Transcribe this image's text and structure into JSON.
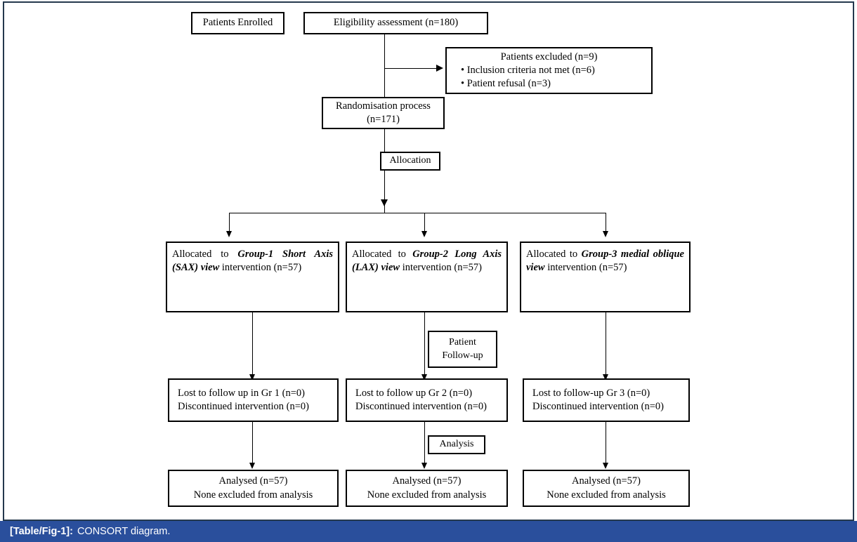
{
  "figure": {
    "title": "CONSORT diagram",
    "frame_color": "#24384d",
    "caption_bg": "#2a4f9c",
    "caption_tag": "[Table/Fig-1]:",
    "caption_text": "CONSORT diagram."
  },
  "nodes": {
    "patients_enrolled": {
      "label": "Patients Enrolled"
    },
    "eligibility": {
      "label": "Eligibility assessment (n=180)"
    },
    "excluded": {
      "title": "Patients excluded (n=9)",
      "items": [
        "• Inclusion criteria not met (n=6)",
        "• Patient refusal (n=3)"
      ]
    },
    "randomisation": {
      "line1": "Randomisation process",
      "line2": "(n=171)"
    },
    "allocation_label": {
      "label": "Allocation"
    },
    "followup_label": {
      "line1": "Patient",
      "line2": "Follow-up"
    },
    "analysis_label": {
      "label": "Analysis"
    }
  },
  "arms": [
    {
      "id": "group-1",
      "allocated": {
        "pre": "Allocated to ",
        "emphasis": "Group-1 Short Axis (SAX) view",
        "post": " intervention (n=57)"
      },
      "followup": {
        "line1": "Lost to follow up in Gr 1 (n=0)",
        "line2": "Discontinued intervention (n=0)"
      },
      "analysed": {
        "line1": "Analysed (n=57)",
        "line2": "None excluded from analysis"
      }
    },
    {
      "id": "group-2",
      "allocated": {
        "pre": "Allocated to ",
        "emphasis": "Group-2 Long Axis (LAX) view",
        "post": " intervention (n=57)"
      },
      "followup": {
        "line1": "Lost to follow up Gr 2 (n=0)",
        "line2": "Discontinued intervention (n=0)"
      },
      "analysed": {
        "line1": "Analysed (n=57)",
        "line2": "None excluded from analysis"
      }
    },
    {
      "id": "group-3",
      "allocated": {
        "pre": "Allocated to ",
        "emphasis": "Group-3 medial oblique view",
        "post": " intervention (n=57)"
      },
      "followup": {
        "line1": "Lost to follow-up Gr 3 (n=0)",
        "line2": "Discontinued intervention (n=0)"
      },
      "analysed": {
        "line1": "Analysed (n=57)",
        "line2": "None excluded from analysis"
      }
    }
  ]
}
